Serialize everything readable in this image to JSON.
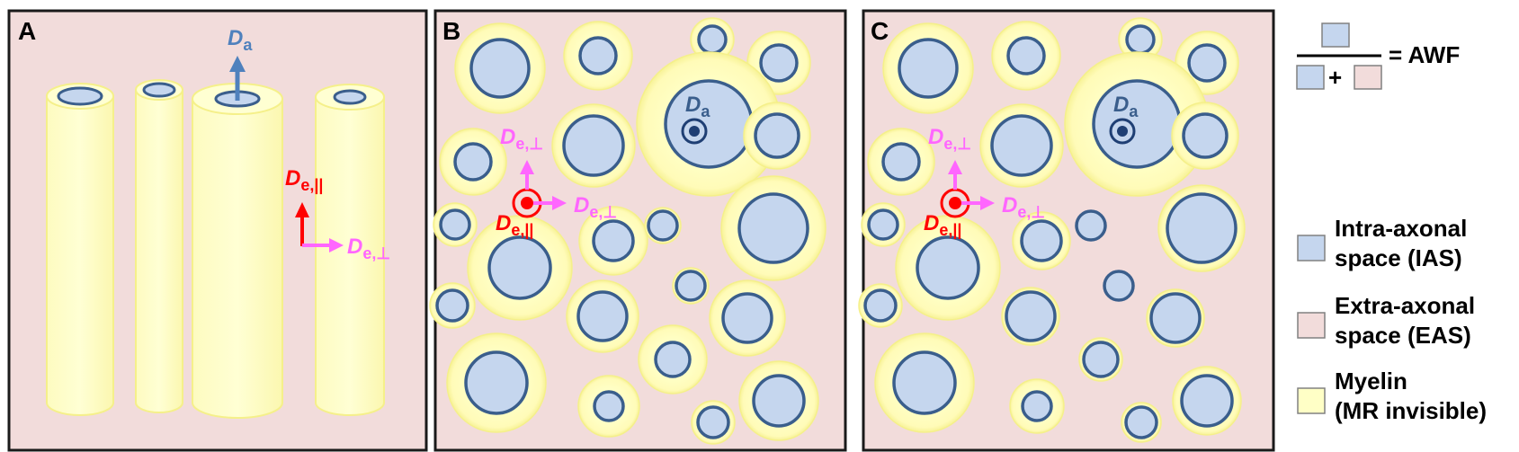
{
  "panels": {
    "a": {
      "letter": "A"
    },
    "b": {
      "letter": "B"
    },
    "c": {
      "letter": "C"
    }
  },
  "labels": {
    "d_main": "D",
    "d_sub_a": "a",
    "d_sub_par": "e,||",
    "d_sub_perp": "e,⊥"
  },
  "formula": {
    "plus": "+",
    "result": "= AWF"
  },
  "legend": [
    {
      "line1": "Intra-axonal",
      "line2": "space (IAS)"
    },
    {
      "line1": "Extra-axonal",
      "line2": "space (EAS)"
    },
    {
      "line1": "Myelin",
      "line2": "(MR invisible)"
    }
  ],
  "colors": {
    "eas": "#f2dcdb",
    "ias": "#c5d6ee",
    "ias_border": "#3a5e8c",
    "myelin": "#ffffc6",
    "myelin_edge": "#f5f08a",
    "axial_arrow": "#4f81bd",
    "parallel_arrow": "#ff0000",
    "perp_arrow": "#ff66ff"
  }
}
